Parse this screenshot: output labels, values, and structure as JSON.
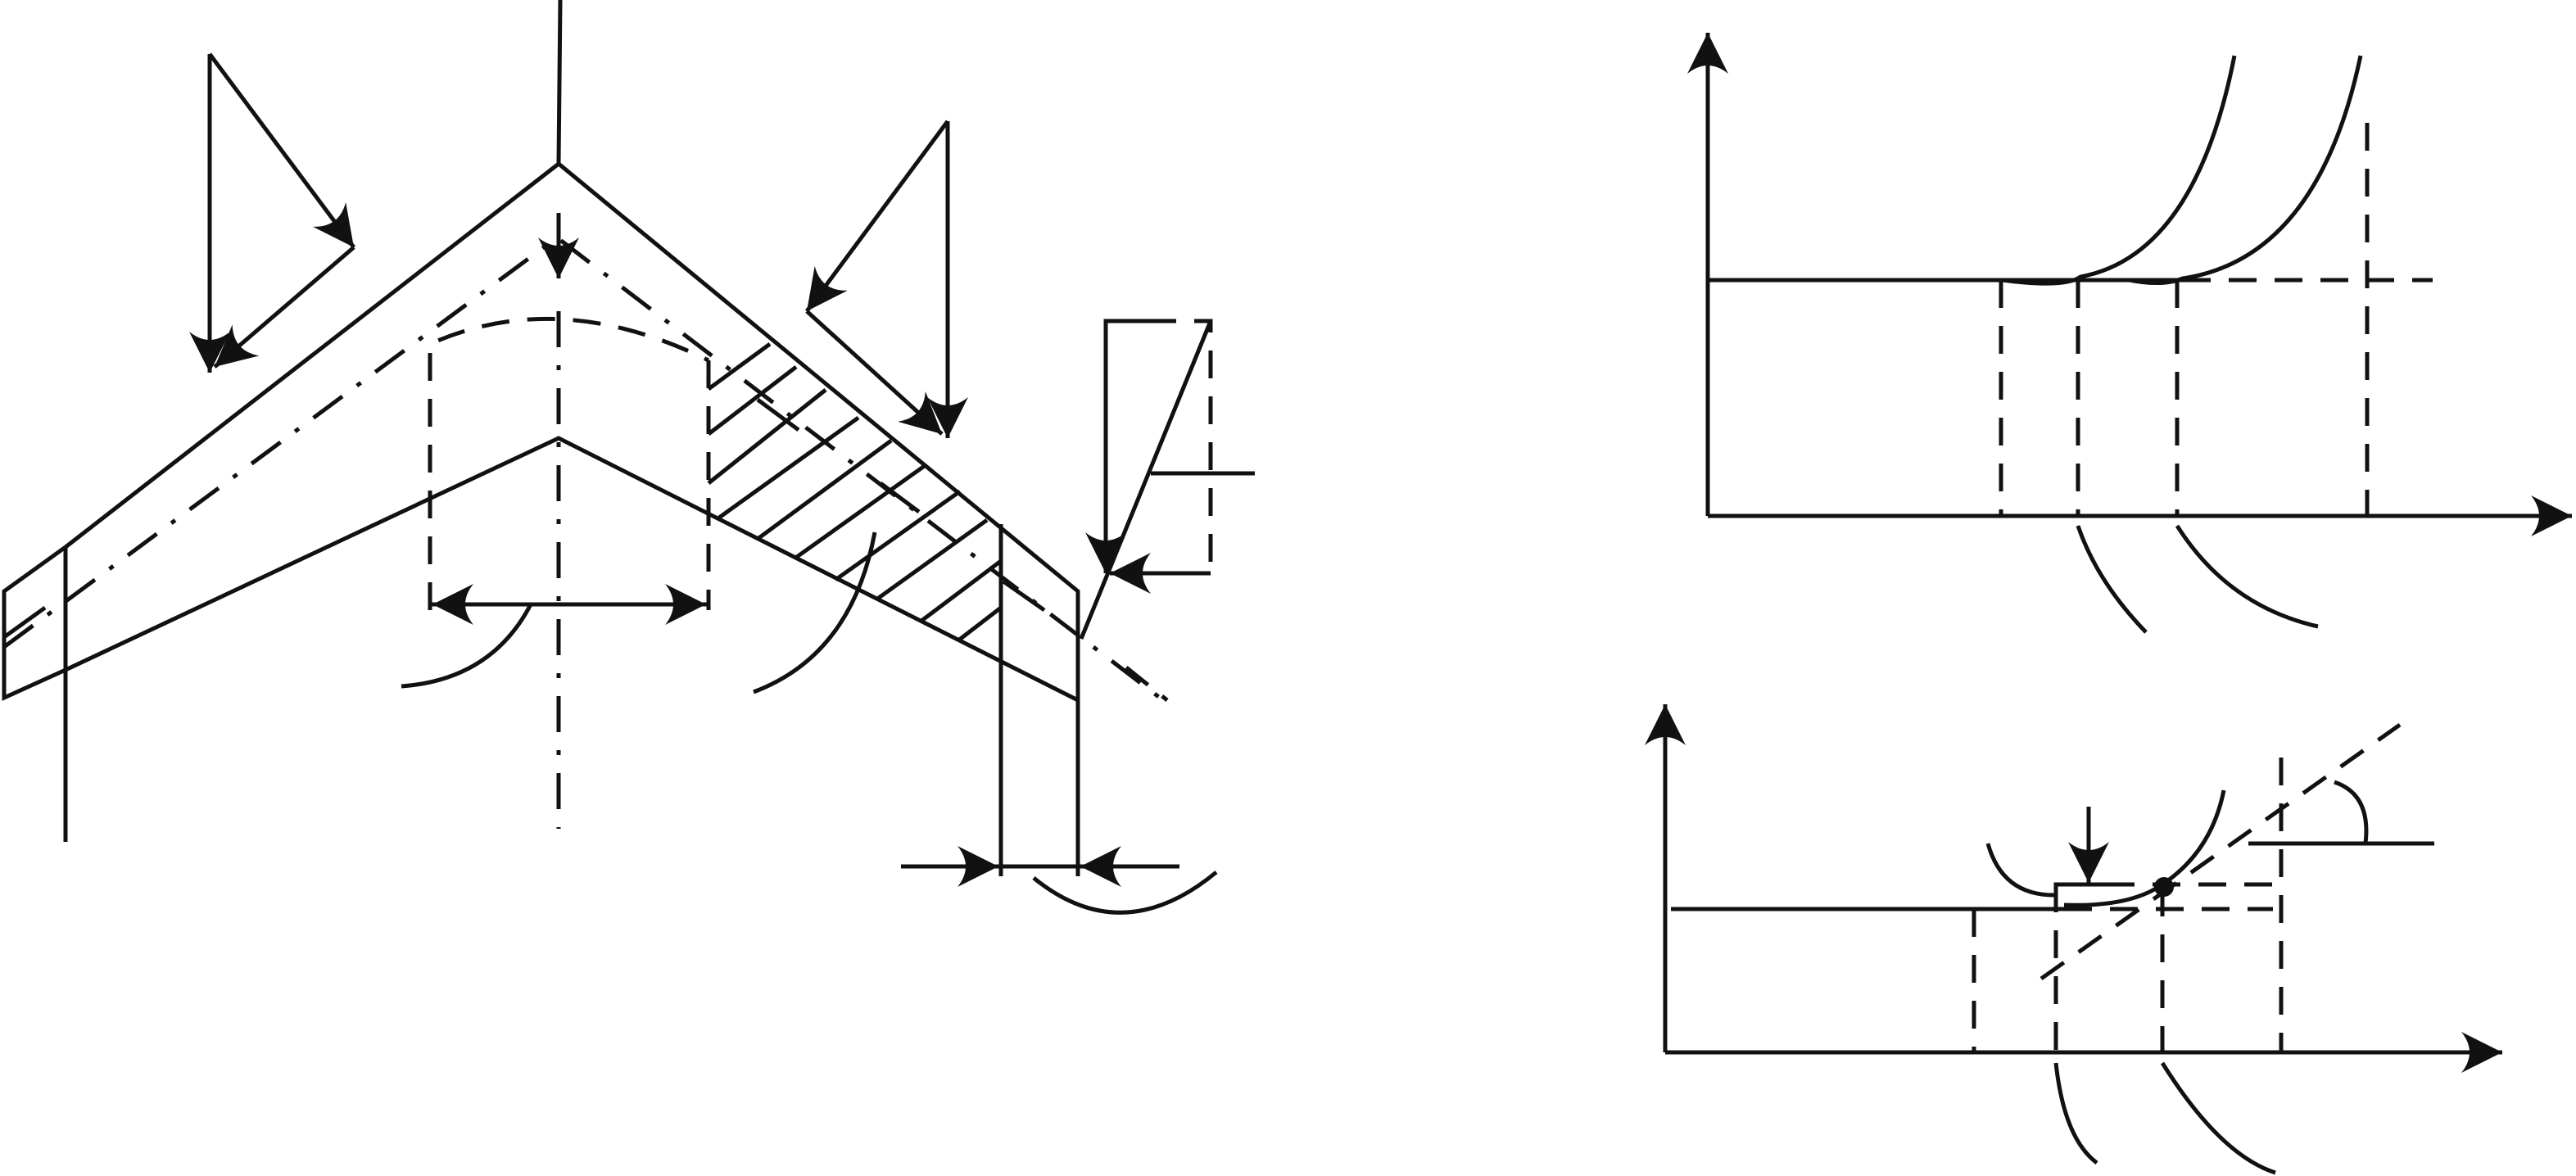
{
  "figure": {
    "panels": [
      "roof-section-diagram",
      "upper-right-graph",
      "lower-right-graph"
    ],
    "colors": {
      "ink": "#111111",
      "background": "#ffffff"
    }
  }
}
